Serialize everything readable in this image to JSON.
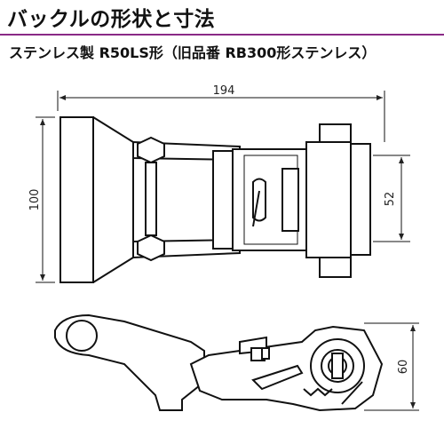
{
  "header": {
    "title": "バックルの形状と寸法",
    "subtitle": "ステンレス製  R50LS形（旧品番 RB300形ステンレス）"
  },
  "dimensions": {
    "length": "194",
    "height": "100",
    "inner_width": "52",
    "side_height": "60"
  }
}
